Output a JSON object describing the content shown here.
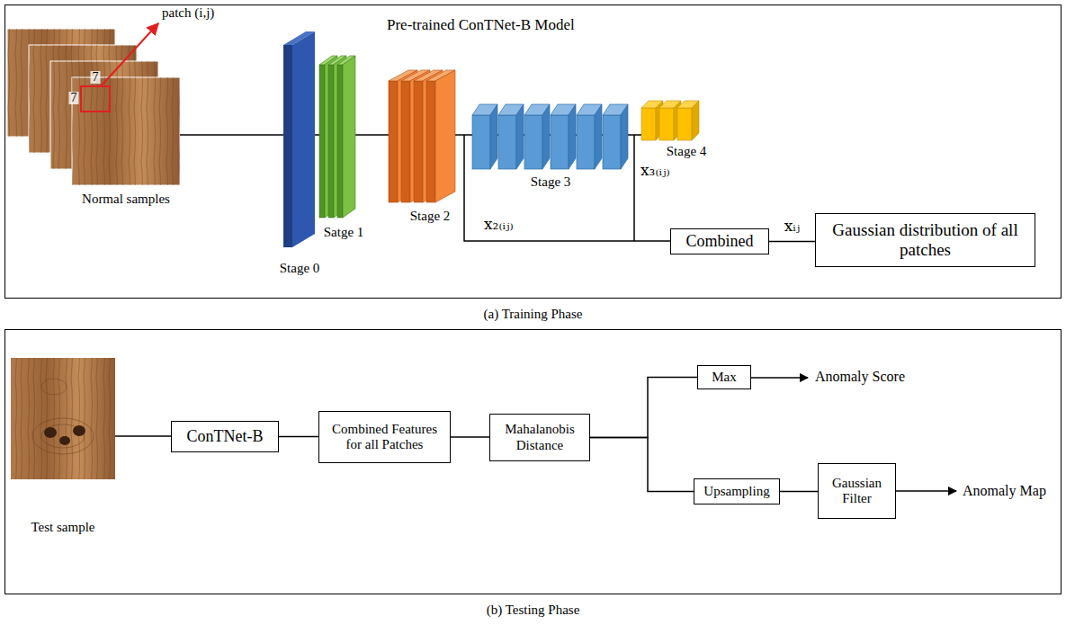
{
  "diagram": {
    "nodes": [
      {
        "text": [
          "(a) Training Phase"
        ]
      },
      {
        "text": [
          "Combined"
        ],
        "in": 0
      },
      {
        "text": [
          "Gaussian distribution of all patches"
        ],
        "in": 0
      },
      {
        "text": [
          "(b) Testing Phase"
        ]
      },
      {
        "text": [
          "ConTNet-B"
        ],
        "in": 3
      },
      {
        "text": [
          "Combined Features for all Patches"
        ],
        "in": 3
      },
      {
        "text": [
          "Mahalanobis Distance"
        ],
        "in": 3
      },
      {
        "text": [
          "Max"
        ],
        "in": 3
      },
      {
        "text": [
          "Upsampling"
        ],
        "in": 3
      },
      {
        "text": [
          "Gaussian Filter"
        ],
        "in": 3
      }
    ],
    "edges": [
      {
        "from": 1,
        "to": 2,
        "arrow": "none",
        "label": "xᵢⱼ"
      },
      {
        "from": 4,
        "to": 5,
        "arrow": "none"
      },
      {
        "from": 5,
        "to": 6,
        "arrow": "none"
      },
      {
        "from": 6,
        "to": 7,
        "arrow": "none"
      },
      {
        "from": 6,
        "to": 8,
        "arrow": "none"
      },
      {
        "from": 8,
        "to": 9,
        "arrow": "none"
      }
    ],
    "labels": [
      "Pre-trained ConTNet-B Model",
      "patch (i,j)",
      "7",
      "7",
      "Normal samples",
      "Stage 0",
      "Satge 1",
      "Stage 2",
      "Stage 3",
      "Stage 4",
      "x₂₍ᵢⱼ₎",
      "x₃₍ᵢⱼ₎",
      "Test sample",
      "Anomaly Score",
      "Anomaly Map"
    ]
  }
}
